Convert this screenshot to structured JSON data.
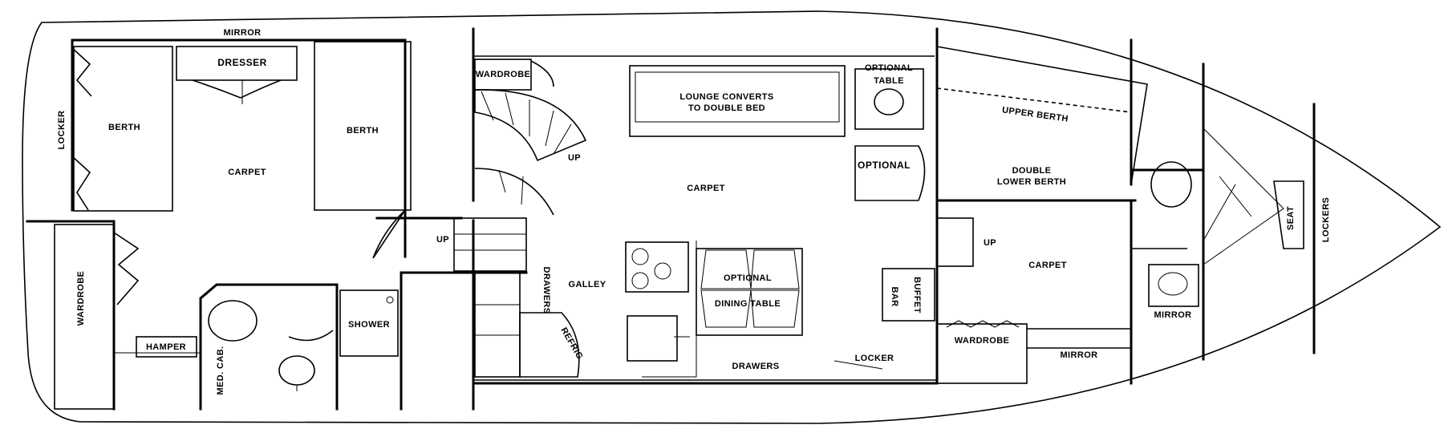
{
  "labels": {
    "mirror_aft": "MIRROR",
    "dresser": "DRESSER",
    "berth_left": "BERTH",
    "berth_right": "BERTH",
    "locker_aft": "LOCKER",
    "carpet_aft": "CARPET",
    "wardrobe_aft": "WARDROBE",
    "hamper": "HAMPER",
    "med_cab": "MED. CAB.",
    "shower": "SHOWER",
    "up_aft": "UP",
    "wardrobe_salon": "WARDROBE",
    "up_stairs": "UP",
    "lounge_line1": "LOUNGE CONVERTS",
    "lounge_line2": "TO DOUBLE BED",
    "carpet_salon": "CARPET",
    "optional_table_line1": "OPTIONAL",
    "optional_table_line2": "TABLE",
    "optional_chair": "OPTIONAL",
    "galley": "GALLEY",
    "drawers_galley": "DRAWERS",
    "refrig": "REFRIG",
    "optional_dining_line1": "OPTIONAL",
    "optional_dining_line2": "DINING TABLE",
    "drawers_salon": "DRAWERS",
    "locker_salon": "LOCKER",
    "bar": "BAR",
    "buffet": "BUFFET",
    "upper_berth": "UPPER BERTH",
    "double_lower_line1": "DOUBLE",
    "double_lower_line2": "LOWER BERTH",
    "up_fwd": "UP",
    "carpet_fwd": "CARPET",
    "wardrobe_fwd": "WARDROBE",
    "mirror_fwd": "MIRROR",
    "mirror_head": "MIRROR",
    "seat": "SEAT",
    "lockers_bow": "LOCKERS"
  }
}
